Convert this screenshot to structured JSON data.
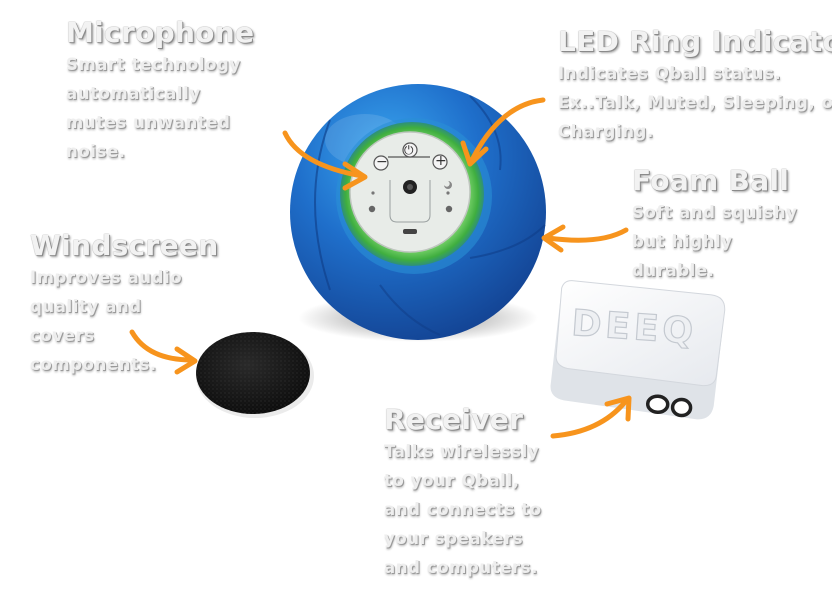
{
  "labels": {
    "microphone": {
      "title": "Microphone",
      "lines": [
        "Smart technology",
        "automatically",
        "mutes unwanted",
        "noise."
      ]
    },
    "led_ring": {
      "title": "LED Ring Indicator",
      "lines": [
        "Indicates Qball status.",
        "Ex..Talk, Muted, Sleeping, or",
        "Charging."
      ]
    },
    "foam_ball": {
      "title": "Foam Ball",
      "lines": [
        "Soft and squishy",
        "but highly",
        "durable."
      ]
    },
    "windscreen": {
      "title": "Windscreen",
      "lines": [
        "Improves audio",
        "quality and",
        "covers",
        "components."
      ]
    },
    "receiver": {
      "title": "Receiver",
      "lines": [
        "Talks wirelessly",
        "to your Qball,",
        "and connects to",
        "your speakers",
        "and computers."
      ]
    }
  },
  "device": {
    "buttons": {
      "minus": "−",
      "plus": "+",
      "power": "⏻"
    },
    "receiver_brand": "DEEQ"
  },
  "colors": {
    "arrow": "#f7941d",
    "ball_blue": "#1f6fc9",
    "led_green": "#4cc04a",
    "label_text": "#f2f2f2"
  }
}
